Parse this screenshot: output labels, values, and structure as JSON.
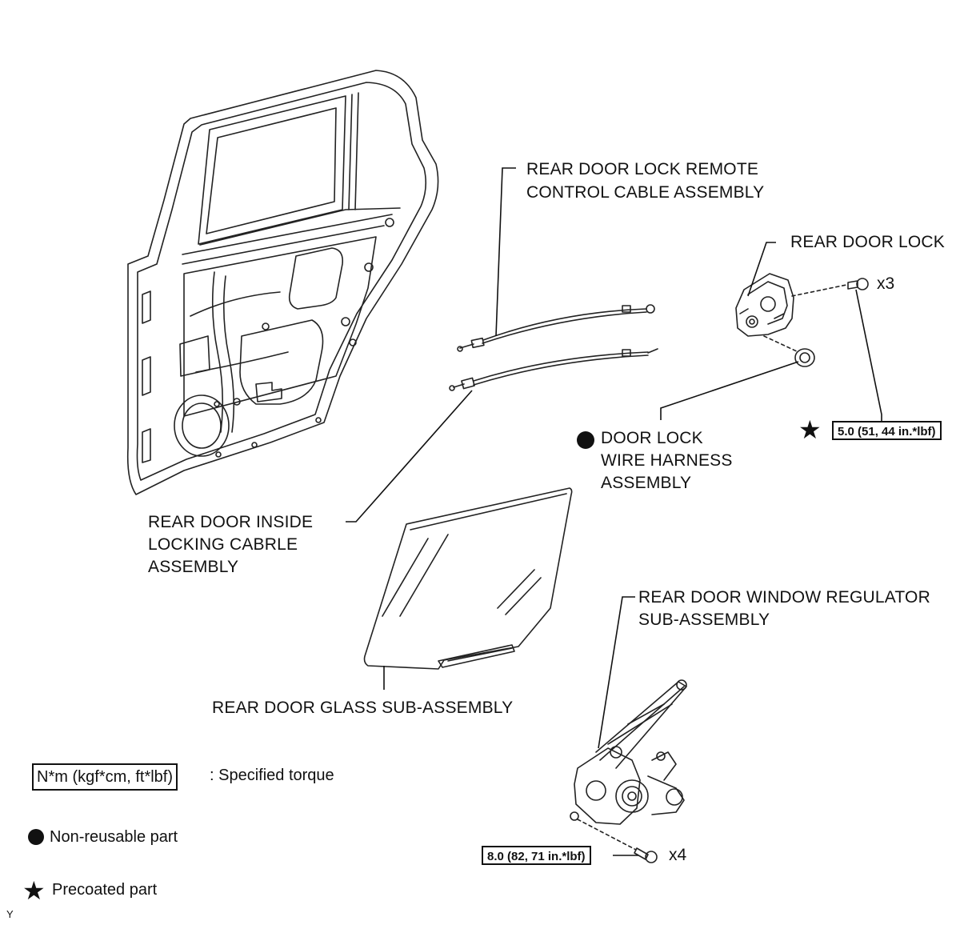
{
  "labels": {
    "remote_cable": [
      "REAR DOOR LOCK REMOTE",
      "CONTROL CABLE ASSEMBLY"
    ],
    "door_lock": "REAR DOOR LOCK",
    "wire_harness": [
      "DOOR LOCK",
      "WIRE HARNESS",
      "ASSEMBLY"
    ],
    "inside_cable": [
      "REAR DOOR INSIDE",
      "LOCKING CABRLE",
      "ASSEMBLY"
    ],
    "window_regulator": [
      "REAR DOOR WINDOW REGULATOR",
      "SUB-ASSEMBLY"
    ],
    "glass": "REAR DOOR GLASS SUB-ASSEMBLY"
  },
  "torques": {
    "door_lock_bolt": "5.0 (51, 44 in.*lbf)",
    "regulator_bolt": "8.0 (82, 71 in.*lbf)"
  },
  "quantities": {
    "door_lock_bolt": "x3",
    "regulator_bolt": "x4"
  },
  "legend": {
    "torque_box": "N*m (kgf*cm, ft*lbf)",
    "torque_text": ": Specified torque",
    "non_reusable": "Non-reusable part",
    "precoated": "Precoated part"
  },
  "figure_code": "Y",
  "symbols": {
    "non_reusable": "filled-circle",
    "precoated": "filled-star"
  }
}
